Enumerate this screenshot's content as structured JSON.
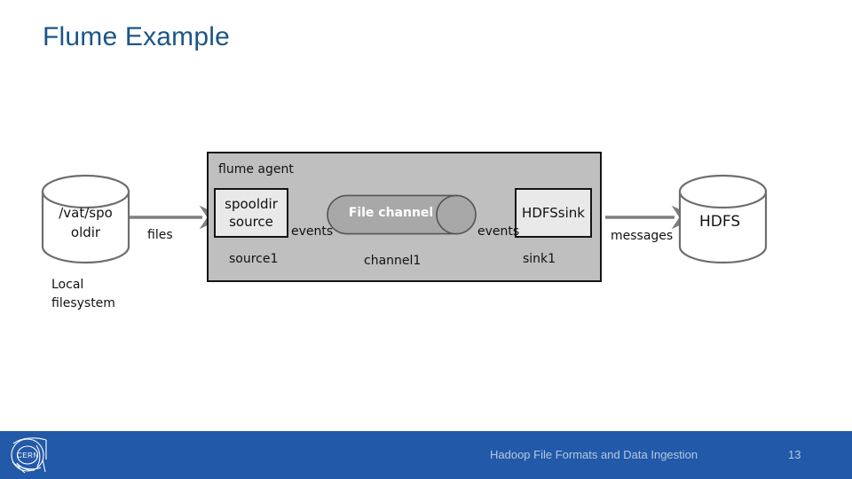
{
  "slide": {
    "title": "Flume Example",
    "title_color": "#1b5589"
  },
  "diagram": {
    "source_store": {
      "name": "local-filesystem-store",
      "path_line1": "/vat/spo",
      "path_line2": "oldir",
      "caption_line1": "Local",
      "caption_line2": "filesystem"
    },
    "agent": {
      "title": "flume agent",
      "fill_color": "#bfbfbf",
      "source": {
        "line1": "spooldir",
        "line2": "source",
        "caption": "source1"
      },
      "channel": {
        "label": "File channel",
        "caption": "channel1",
        "fill_color": "#a8a8a8"
      },
      "sink": {
        "label": "HDFSsink",
        "caption": "sink1"
      }
    },
    "destination_store": {
      "name": "hdfs-store",
      "label": "HDFS"
    },
    "flows": {
      "files": "files",
      "events_in": "events",
      "events_out": "events",
      "messages": "messages"
    },
    "arrow_color_outer": "#7f7f7f",
    "arrow_color_inner": "#111111"
  },
  "footer": {
    "text": "Hadoop File Formats and Data Ingestion",
    "page_number": "13",
    "bar_color": "#2259a8",
    "text_color": "#b4c8e4",
    "logo_label": "CERN"
  }
}
